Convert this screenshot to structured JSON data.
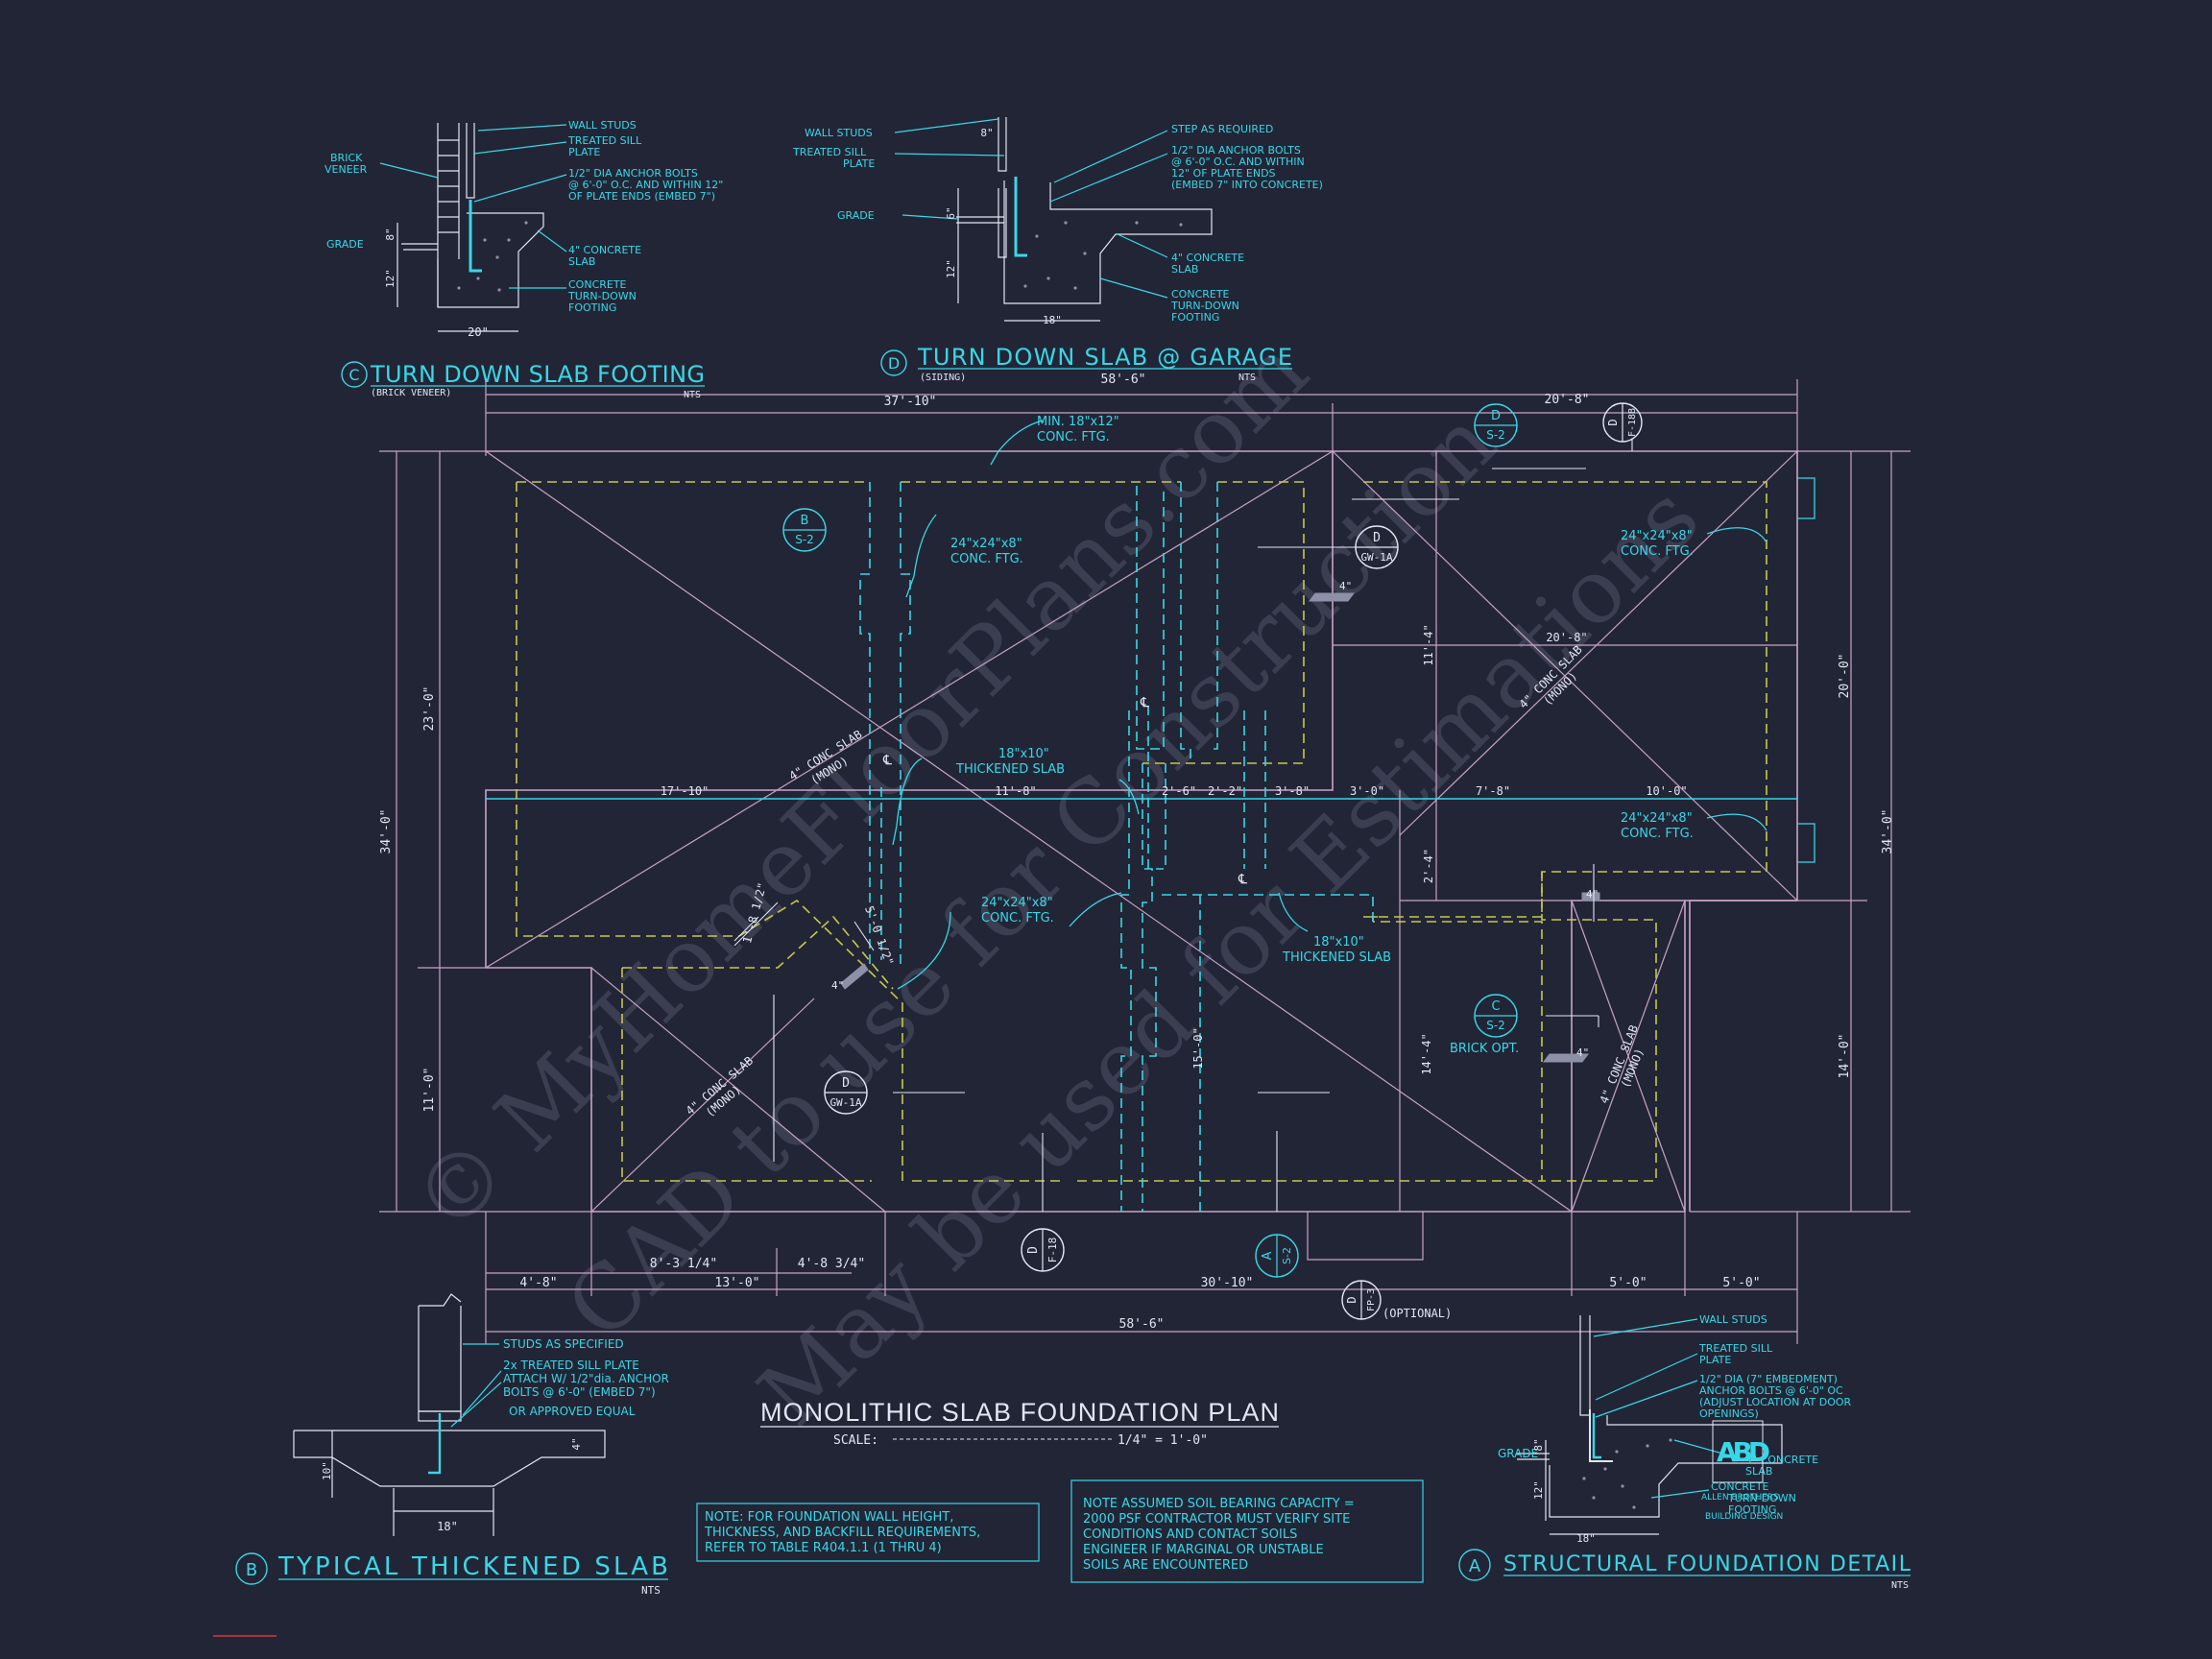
{
  "colors": {
    "background": "#222536",
    "cyan": "#39d7e6",
    "white": "#e3e6f2",
    "yellow": "#c8c84a",
    "pink": "#c9a3c7",
    "grey": "#8e90a8"
  },
  "plan": {
    "title": "MONOLITHIC SLAB FOUNDATION PLAN",
    "scale_label": "SCALE:",
    "scale_value": "1/4\" = 1'-0\"",
    "dims_top": {
      "overall": "58'-6\"",
      "left": "37'-10\"",
      "right": "20'-8\""
    },
    "dims_bottom": {
      "d1": "4'-8\"",
      "d2": "8'-3 1/4\"",
      "d3": "4'-8 3/4\"",
      "d4": "13'-0\"",
      "d5": "30'-10\"",
      "d6": "5'-0\"",
      "d7": "5'-0\"",
      "overall": "58'-6\""
    },
    "dims_left": {
      "overall": "34'-0\"",
      "upper": "23'-0\"",
      "lower": "11'-0\""
    },
    "dims_right": {
      "overall": "34'-0\"",
      "upper": "20'-0\"",
      "lower": "14'-0\""
    },
    "dims_mid": {
      "a": "17'-10\"",
      "b": "11'-8\"",
      "c": "2'-6\"",
      "d": "2'-2\"",
      "e": "3'-8\"",
      "f": "3'-0\"",
      "g": "7'-8\"",
      "h": "10'-0\"",
      "i": "20'-8\"",
      "j": "11'-4\"",
      "k": "2'-4\"",
      "l": "15'-0\"",
      "m": "14'-4\""
    },
    "notes": {
      "min_ftg_1": "MIN. 18\"x12\"",
      "min_ftg_2": "CONC. FTG.",
      "conc_ftg_a1": "24\"x24\"x8\"",
      "conc_ftg_a2": "CONC. FTG.",
      "conc_ftg_b1": "24\"x24\"x8\"",
      "conc_ftg_b2": "CONC. FTG.",
      "conc_ftg_c1": "24\"x24\"x8\"",
      "conc_ftg_c2": "CONC. FTG.",
      "conc_ftg_d1": "24\"x24\"x8\"",
      "conc_ftg_d2": "CONC. FTG.",
      "thick_a1": "18\"x10\"",
      "thick_a2": "THICKENED SLAB",
      "thick_b1": "18\"x10\"",
      "thick_b2": "THICKENED SLAB",
      "brick_opt": "BRICK OPT.",
      "optional": "(OPTIONAL)",
      "slab_a1": "4\" CONC SLAB",
      "slab_a2": "(MONO)",
      "slab_b1": "4\" CONC SLAB",
      "slab_b2": "(MONO)",
      "slab_c1": "4\" CONC SLAB",
      "slab_c2": "(MONO)",
      "slab_d1": "4\" CONC SLAB",
      "slab_d2": "(MONO)",
      "step_a": "4\"",
      "step_b": "4\"",
      "step_c": "4\"",
      "step_d": "4\"",
      "angle_a": "1'-8 1/2\"",
      "angle_b": "5'-0 1/2\"",
      "cl": "℄"
    },
    "tags": [
      {
        "letter": "B",
        "sheet": "S-2"
      },
      {
        "letter": "D",
        "sheet": "S-2"
      },
      {
        "letter": "D",
        "sheet": "GW-1A"
      },
      {
        "letter": "D",
        "sheet": "GW-1A"
      },
      {
        "letter": "C",
        "sheet": "S-2"
      },
      {
        "letter": "D",
        "sheet": "F-18"
      },
      {
        "letter": "A",
        "sheet": "S-2"
      },
      {
        "letter": "D",
        "sheet": "FP-3"
      },
      {
        "letter": "D",
        "sheet": "F-18B"
      }
    ]
  },
  "details": {
    "c": {
      "letter": "C",
      "title": "TURN DOWN SLAB FOOTING",
      "subtitle": "(BRICK VENEER)",
      "scale": "NTS",
      "notes": [
        "WALL STUDS",
        "TREATED SILL",
        "PLATE",
        "1/2\" DIA ANCHOR BOLTS",
        "@ 6'-0\" O.C. AND WITHIN 12\"",
        "OF PLATE ENDS (EMBED 7\")",
        "4\" CONCRETE",
        "SLAB",
        "CONCRETE",
        "TURN-DOWN",
        "FOOTING"
      ],
      "left_notes": [
        "BRICK",
        "VENEER",
        "GRADE"
      ],
      "dims": [
        "8\"",
        "12\"",
        "20\""
      ]
    },
    "d": {
      "letter": "D",
      "title": "TURN DOWN SLAB @ GARAGE",
      "subtitle": "(SIDING)",
      "scale": "NTS",
      "notes": [
        "STEP AS REQUIRED",
        "1/2\" DIA ANCHOR BOLTS",
        "@ 6'-0\" O.C. AND WITHIN",
        "12\" OF PLATE ENDS",
        "(EMBED 7\" INTO CONCRETE)",
        "4\" CONCRETE",
        "SLAB",
        "CONCRETE",
        "TURN-DOWN",
        "FOOTING"
      ],
      "left_notes": [
        "WALL STUDS",
        "TREATED SILL",
        "PLATE",
        "GRADE"
      ],
      "dims": [
        "8\"",
        "6\"",
        "12\"",
        "18\""
      ]
    },
    "b": {
      "letter": "B",
      "title": "TYPICAL THICKENED SLAB",
      "scale": "NTS",
      "notes": [
        "STUDS AS SPECIFIED",
        "2x  TREATED SILL PLATE",
        "ATTACH W/ 1/2\"dia. ANCHOR",
        "BOLTS @ 6'-0\" (EMBED 7\")",
        "OR APPROVED EQUAL"
      ],
      "dims": [
        "4\"",
        "10\"",
        "18\""
      ]
    },
    "a": {
      "letter": "A",
      "title": "STRUCTURAL FOUNDATION DETAIL",
      "scale": "NTS",
      "notes": [
        "WALL STUDS",
        "TREATED SILL",
        "PLATE",
        "1/2\" DIA (7\" EMBEDMENT)",
        "ANCHOR BOLTS @ 6'-0\" OC",
        "(ADJUST LOCATION AT DOOR",
        "OPENINGS)",
        "4\" CONCRETE",
        "SLAB",
        "CONCRETE",
        "TURN-DOWN",
        "FOOTING"
      ],
      "left_notes": [
        "GRADE"
      ],
      "dims": [
        "8\"",
        "12\"",
        "18\""
      ]
    }
  },
  "general_notes": {
    "wall_note": [
      "NOTE: FOR FOUNDATION WALL HEIGHT,",
      "THICKNESS, AND BACKFILL REQUIREMENTS,",
      "REFER TO TABLE R404.1.1 (1 THRU 4)"
    ],
    "soil_note": [
      "NOTE ASSUMED SOIL BEARING CAPACITY =",
      "2000 PSF CONTRACTOR MUST VERIFY SITE",
      "CONDITIONS AND CONTACT SOILS",
      "ENGINEER IF MARGINAL OR UNSTABLE",
      "SOILS ARE ENCOUNTERED"
    ]
  },
  "watermark": {
    "line1": "© MyHomeFloorPlans.com",
    "line2": "CAD to use for Construction",
    "line3": "May be used for Estimations"
  },
  "logo": {
    "letters": "ABD",
    "caption_1": "ALLEN BROTHERS",
    "caption_2": "BUILDING DESIGN"
  }
}
